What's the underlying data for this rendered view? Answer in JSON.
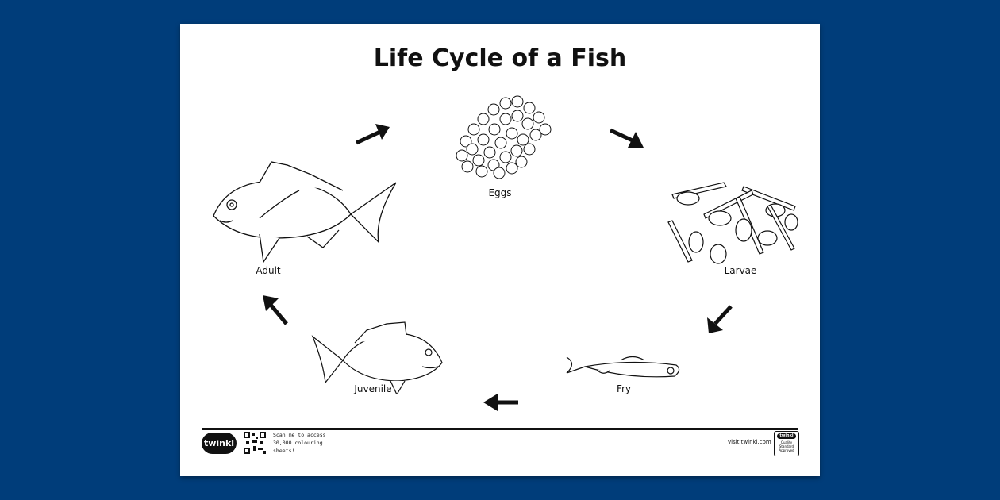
{
  "title": "Life Cycle of a Fish",
  "stages": [
    {
      "label": "Eggs",
      "icon": "fish-eggs-illustration"
    },
    {
      "label": "Larvae",
      "icon": "fish-larvae-illustration"
    },
    {
      "label": "Fry",
      "icon": "fish-fry-illustration"
    },
    {
      "label": "Juvenile",
      "icon": "juvenile-fish-illustration"
    },
    {
      "label": "Adult",
      "icon": "adult-fish-illustration"
    }
  ],
  "footer": {
    "logo": "twinkl",
    "scan_text": "Scan me to access 30,000 colouring sheets!",
    "visit": "visit twinkl.com",
    "badge_logo": "twinkl",
    "badge_text": "Quality Standard Approved"
  },
  "colors": {
    "background": "#003d7a",
    "sheet": "#ffffff",
    "ink": "#111111"
  }
}
